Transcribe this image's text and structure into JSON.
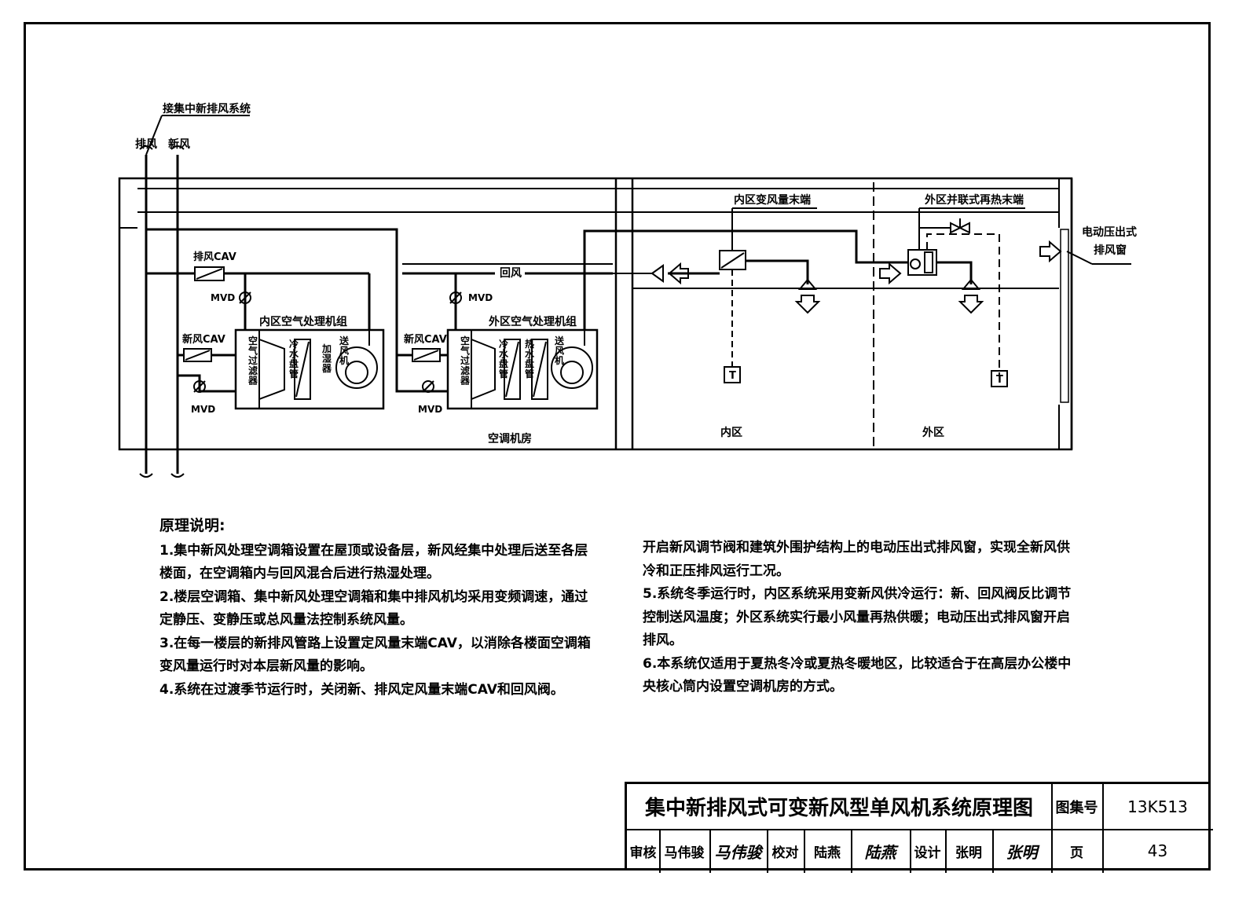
{
  "diagram": {
    "labels": {
      "central_system": "接集中新排风系统",
      "exhaust": "排风",
      "fresh": "新风",
      "exhaust_cav": "排风CAV",
      "fresh_cav_1": "新风CAV",
      "fresh_cav_2": "新风CAV",
      "mvd_1": "MVD",
      "mvd_2": "MVD",
      "mvd_3": "MVD",
      "mvd_4": "MVD",
      "return_air": "回风",
      "inner_ahu": "内区空气处理机组",
      "outer_ahu": "外区空气处理机组",
      "ahu_room": "空调机房",
      "inner_vav": "内区变风量末端",
      "outer_reheat": "外区并联式再热末端",
      "relief_window_1": "电动压出式",
      "relief_window_2": "排风窗",
      "inner_zone": "内区",
      "outer_zone": "外区",
      "thermostat_1": "T",
      "thermostat_2": "T",
      "filter_1": "空气过滤器",
      "cooling_coil_1": "冷水盘管",
      "humidifier": "加湿器",
      "fan_1": "送风机",
      "filter_2": "空气过滤器",
      "cooling_coil_2": "冷水盘管",
      "heating_coil": "热水盘管",
      "fan_2": "送风机"
    }
  },
  "notes": {
    "title": "原理说明:",
    "left": [
      "1.集中新风处理空调箱设置在屋顶或设备层，新风经集中处理后送至各层楼面，在空调箱内与回风混合后进行热湿处理。",
      "2.楼层空调箱、集中新风处理空调箱和集中排风机均采用变频调速，通过定静压、变静压或总风量法控制系统风量。",
      "3.在每一楼层的新排风管路上设置定风量末端CAV，以消除各楼面空调箱变风量运行时对本层新风量的影响。",
      "4.系统在过渡季节运行时，关闭新、排风定风量末端CAV和回风阀。"
    ],
    "right": [
      "开启新风调节阀和建筑外围护结构上的电动压出式排风窗，实现全新风供冷和正压排风运行工况。",
      "5.系统冬季运行时，内区系统采用变新风供冷运行：新、回风阀反比调节控制送风温度；外区系统实行最小风量再热供暖；电动压出式排风窗开启排风。",
      "6.本系统仅适用于夏热冬冷或夏热冬暖地区，比较适合于在高层办公楼中央核心筒内设置空调机房的方式。"
    ]
  },
  "titleblock": {
    "title": "集中新排风式可变新风型单风机系统原理图",
    "atlas_label": "图集号",
    "atlas_no": "13K513",
    "review_label": "审核",
    "reviewer": "马伟骏",
    "reviewer_sig": "马伟骏",
    "check_label": "校对",
    "checker": "陆燕",
    "checker_sig": "陆燕",
    "design_label": "设计",
    "designer": "张明",
    "designer_sig": "张明",
    "page_label": "页",
    "page_no": "43"
  }
}
